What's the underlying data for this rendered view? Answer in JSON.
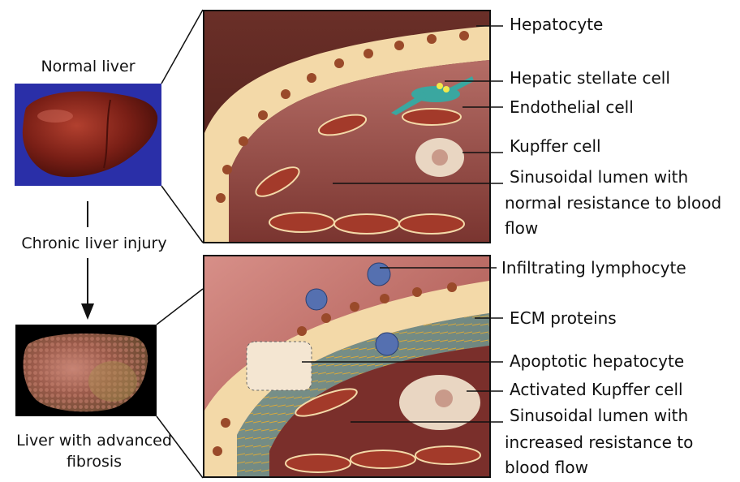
{
  "left": {
    "normal_title": "Normal liver",
    "transition_label": "Chronic liver  injury",
    "fibrosis_title_line1": "Liver with advanced",
    "fibrosis_title_line2": "fibrosis"
  },
  "top_labels": {
    "hepatocyte": "Hepatocyte",
    "stellate": "Hepatic stellate cell",
    "endothelial": "Endothelial cell",
    "kupffer": "Kupffer cell",
    "sinusoid_line1": "Sinusoidal lumen with",
    "sinusoid_line2": "normal resistance to blood",
    "sinusoid_line3": "flow"
  },
  "bottom_labels": {
    "lymphocyte": "Infiltrating lymphocyte",
    "ecm": "ECM proteins",
    "apoptotic": "Apoptotic hepatocyte",
    "activated_kupffer": "Activated Kupffer cell",
    "sinusoid_line1": "Sinusoidal lumen with",
    "sinusoid_line2": "increased resistance to",
    "sinusoid_line3": "blood flow"
  },
  "colors": {
    "normal_bg": "#2a2fa8",
    "liver_normal": "#7a1f16",
    "liver_fibrotic": "#9a5a4a",
    "hepatocyte": "#f3d9a8",
    "nucleus": "#9a4a2a",
    "endothelial": "#a33a2a",
    "stellate": "#3aa7a0",
    "lymphocyte": "#5570b0",
    "tissue": "#b85a54"
  }
}
